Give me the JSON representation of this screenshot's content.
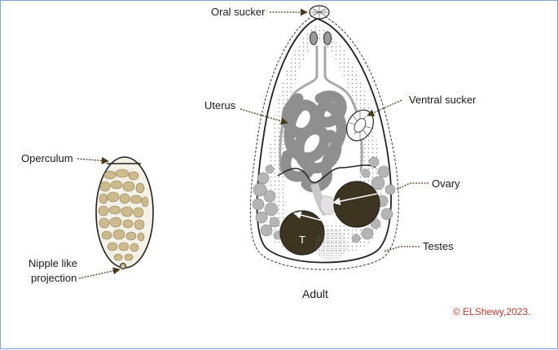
{
  "labels": {
    "oral_sucker": "Oral sucker",
    "ventral_sucker": "Ventral sucker",
    "uterus": "Uterus",
    "ovary": "Ovary",
    "testes": "Testes",
    "operculum": "Operculum",
    "nipple_line1": "Nipple like",
    "nipple_line2": "projection",
    "adult": "Adult",
    "testis_mark": "T"
  },
  "copyright": "© ELShewy,2023.",
  "colors": {
    "border": "#7fa7cf",
    "egg_shell_fill": "#f4f1e6",
    "egg_yolk": "#cdbb8e",
    "uterus": "#8f8f8f",
    "testis": "#3d3520",
    "vitellaria": "#b5b5b5",
    "arrow": "#4a3a1a",
    "copyright": "#c0392b"
  }
}
